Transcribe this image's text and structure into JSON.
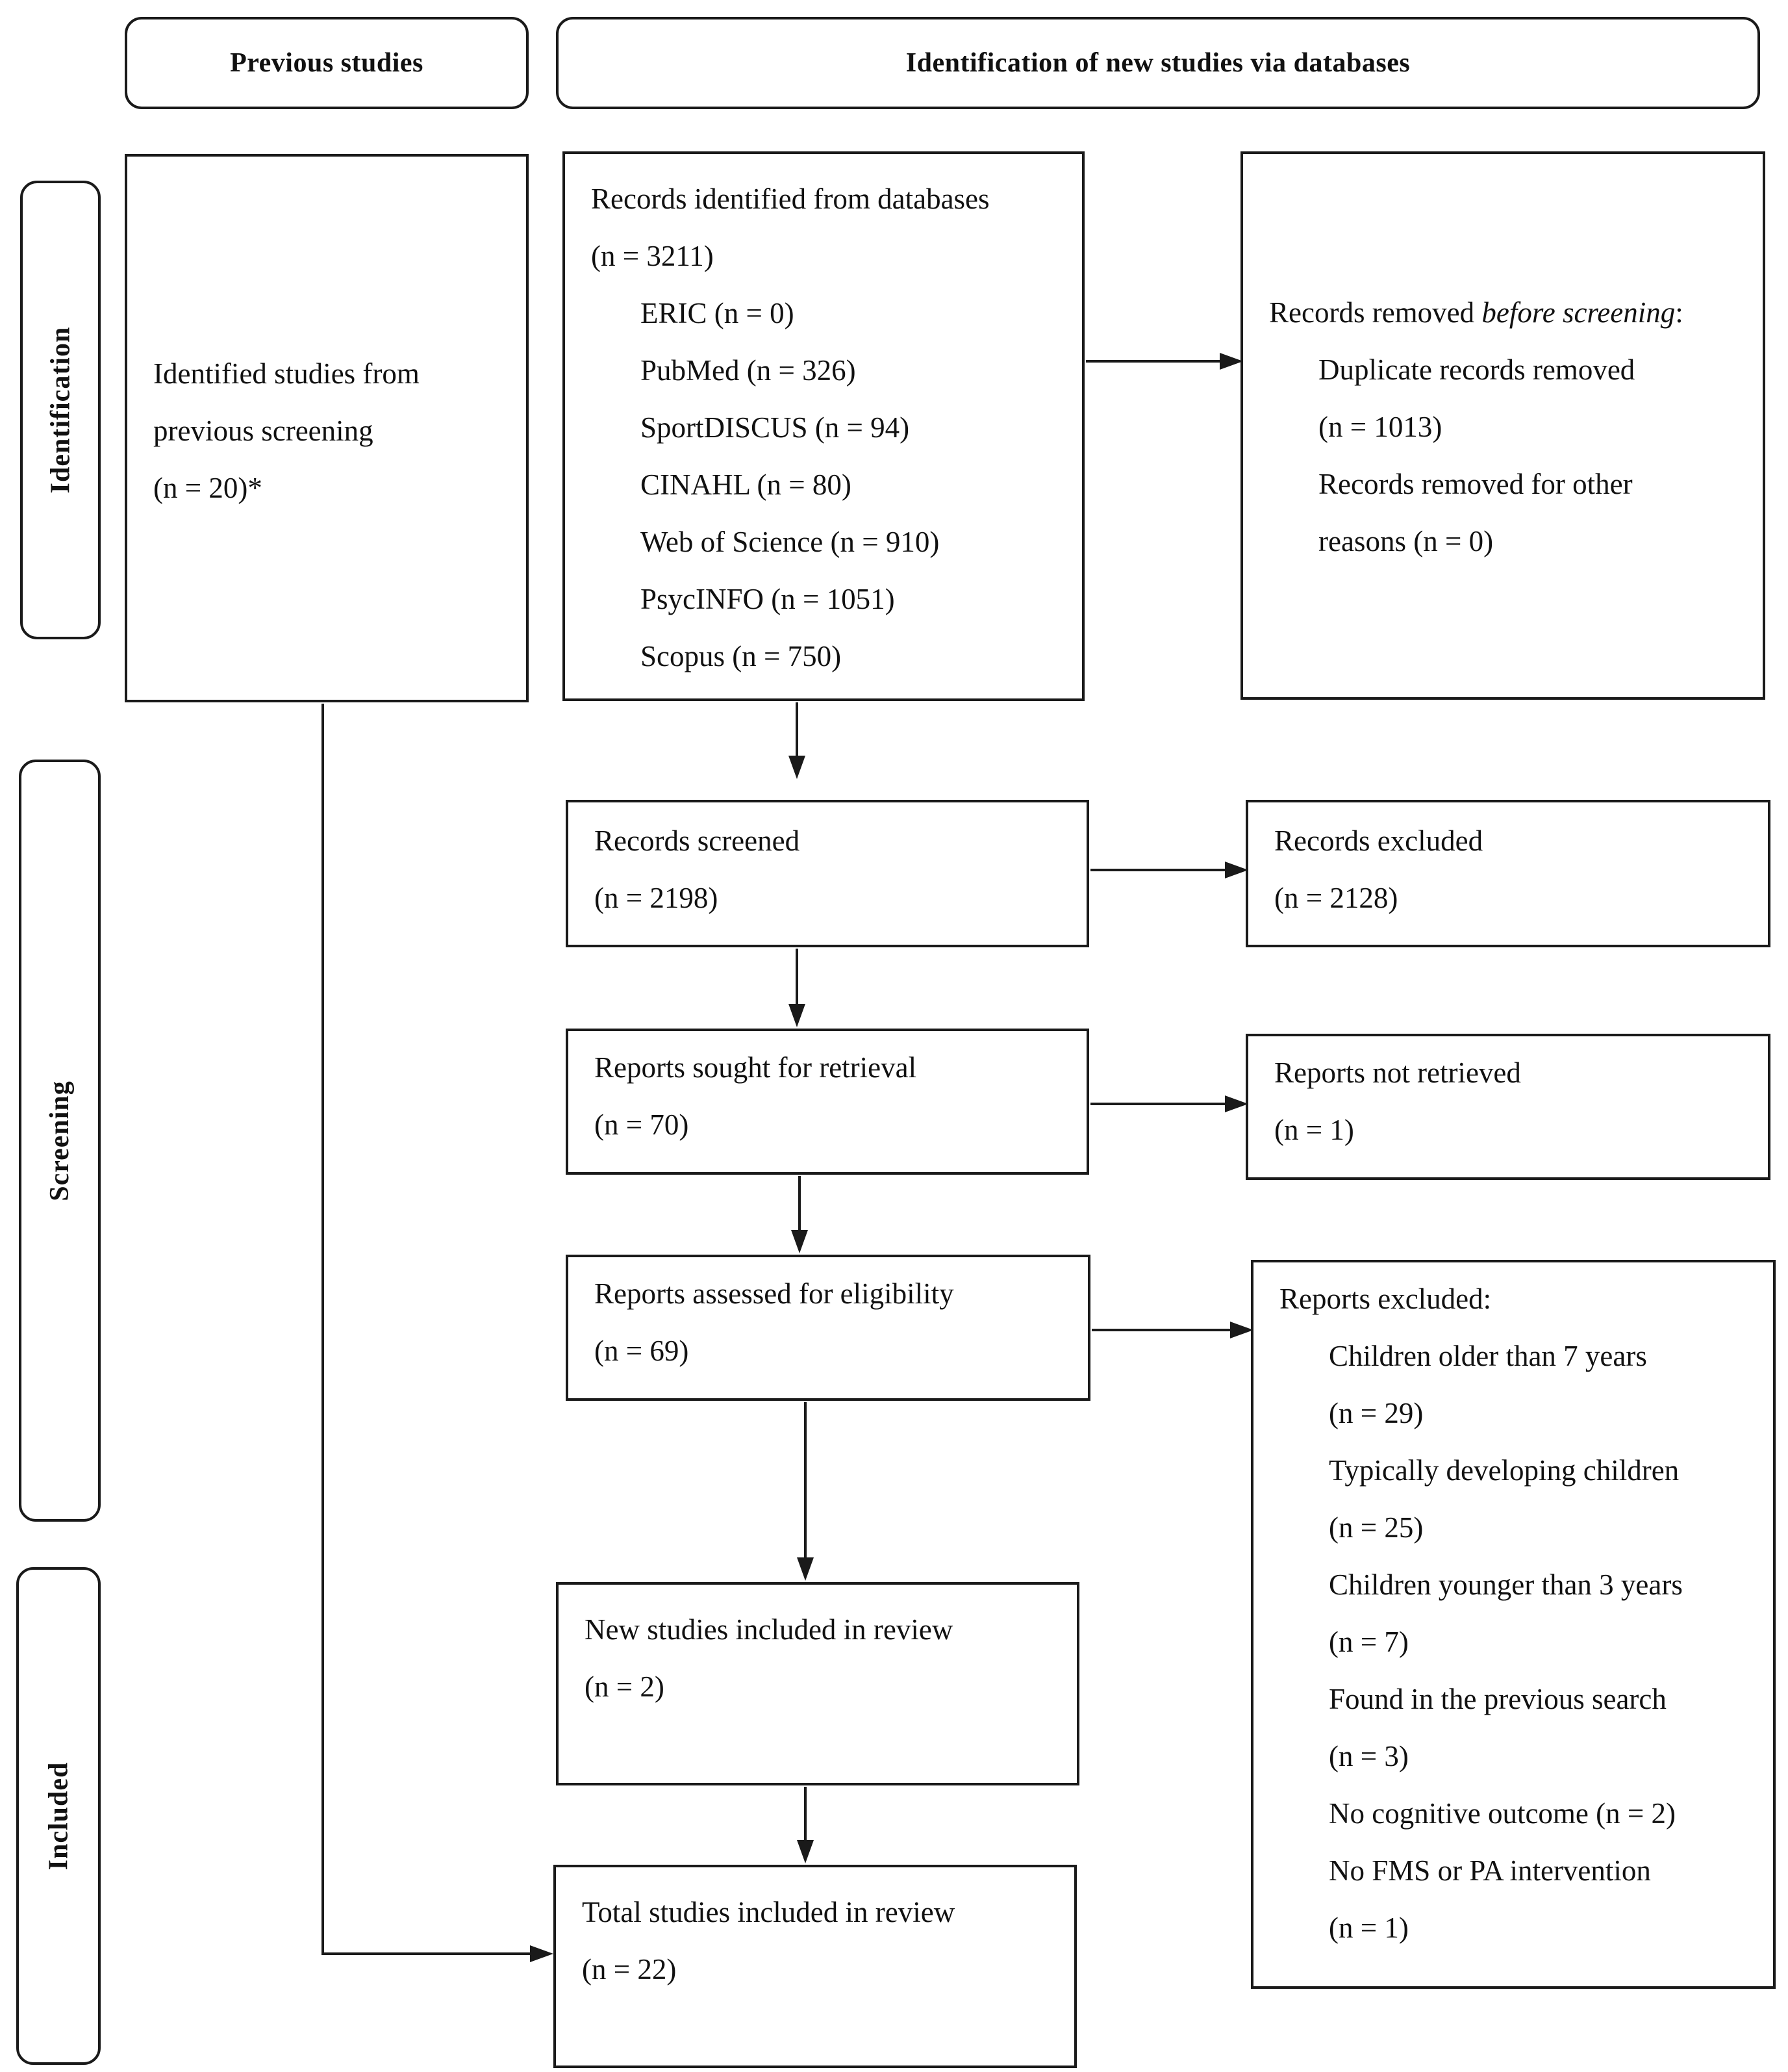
{
  "headers": {
    "previous": "Previous studies",
    "new": "Identification of new studies via databases"
  },
  "phases": {
    "identification": "Identification",
    "screening": "Screening",
    "included": "Included"
  },
  "previous_box": {
    "lines": [
      "Identified studies from",
      "previous screening",
      "(n = 20)*"
    ]
  },
  "records_identified": {
    "title": "Records identified from databases",
    "count": "(n = 3211)",
    "sources": [
      "ERIC (n = 0)",
      "PubMed (n = 326)",
      "SportDISCUS (n = 94)",
      "CINAHL (n = 80)",
      "Web of Science (n = 910)",
      "PsycINFO (n = 1051)",
      "Scopus (n = 750)"
    ]
  },
  "records_removed": {
    "title_prefix": "Records removed ",
    "title_emph": "before screening",
    "title_suffix": ":",
    "items": [
      "Duplicate records removed",
      "(n = 1013)",
      "Records removed for other",
      "reasons (n = 0)"
    ]
  },
  "records_screened": {
    "title": "Records screened",
    "count": "(n = 2198)"
  },
  "records_excluded": {
    "title": "Records excluded",
    "count": "(n = 2128)"
  },
  "reports_sought": {
    "title": "Reports sought for retrieval",
    "count": "(n = 70)"
  },
  "reports_not_retrieved": {
    "title": "Reports not retrieved",
    "count": "(n = 1)"
  },
  "reports_assessed": {
    "title": "Reports assessed for eligibility",
    "count": "(n = 69)"
  },
  "reports_excluded": {
    "title": "Reports excluded:",
    "items": [
      "Children older than 7 years",
      "(n = 29)",
      "Typically developing children",
      "(n = 25)",
      "Children younger than 3 years",
      "(n = 7)",
      "Found in the previous search",
      "(n = 3)",
      "No cognitive outcome (n = 2)",
      "No FMS or PA intervention",
      "(n = 1)"
    ]
  },
  "new_included": {
    "title": "New studies included in review",
    "count": "(n = 2)"
  },
  "total_included": {
    "title": "Total studies included in review",
    "count": "(n = 22)"
  }
}
